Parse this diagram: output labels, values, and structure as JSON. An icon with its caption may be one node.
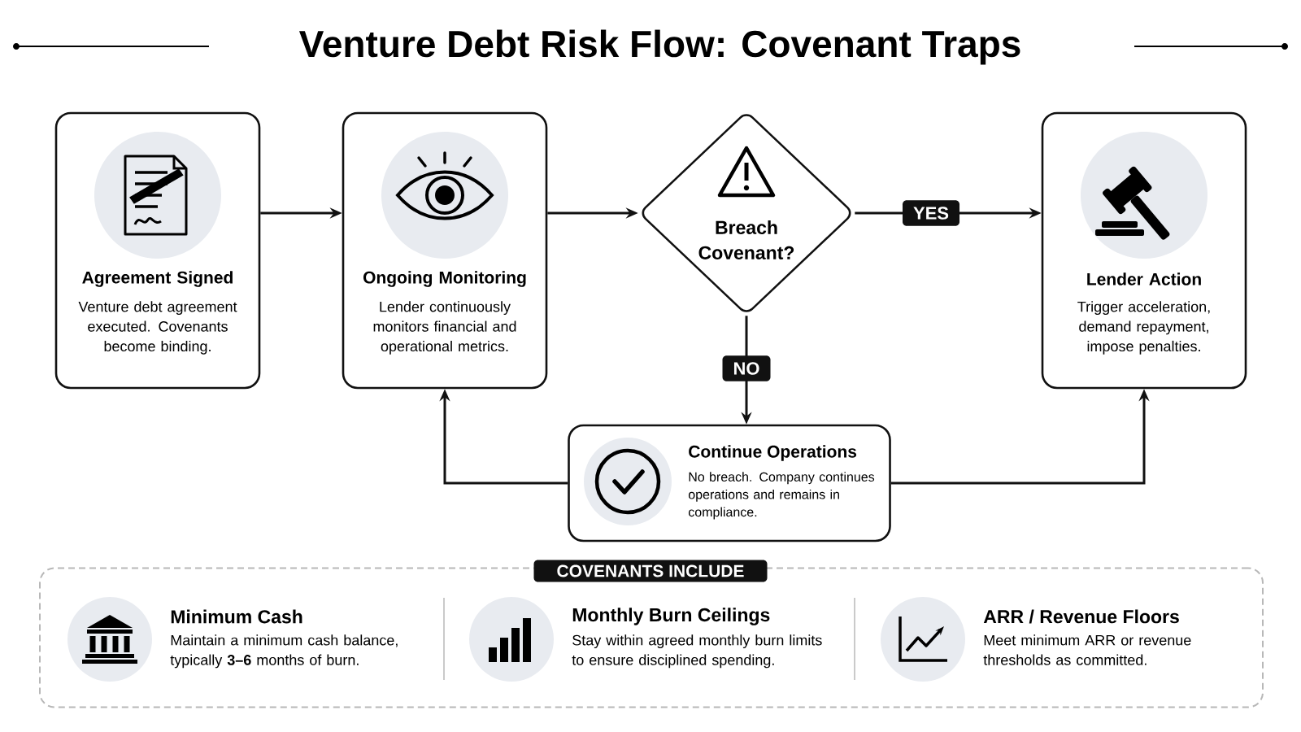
{
  "diagram": {
    "title": "Venture Debt Risk Flow: Covenant Traps",
    "nodes": [
      {
        "text": [
          "Agreement Signed",
          "Venture debt agreement executed. Covenants become binding."
        ]
      },
      {
        "text": [
          "Ongoing Monitoring",
          "Lender continuously monitors financial and operational metrics."
        ]
      },
      {
        "text": [
          "Breach Covenant?"
        ]
      },
      {
        "text": [
          "Lender Action",
          "Trigger acceleration, demand repayment, impose penalties."
        ]
      },
      {
        "text": [
          "Continue Operations",
          "No breach. Company continues operations and remains in compliance."
        ]
      },
      {
        "text": [
          "COVENANTS INCLUDE"
        ]
      }
    ],
    "edges": [
      {
        "from": 0,
        "to": 1,
        "arrow": "to"
      },
      {
        "from": 1,
        "to": 2,
        "arrow": "to"
      },
      {
        "from": 2,
        "to": 3,
        "arrow": "to",
        "label": "YES"
      },
      {
        "from": 2,
        "to": 4,
        "arrow": "to",
        "label": "NO"
      },
      {
        "from": 4,
        "to": 1,
        "arrow": "to"
      },
      {
        "from": 4,
        "to": 3,
        "arrow": "to"
      }
    ],
    "labels": [
      "Minimum Cash",
      "Maintain a minimum cash balance, typically **3–6** months of burn.",
      "Monthly Burn Ceilings",
      "Stay within agreed monthly burn limits to ensure disciplined spending.",
      "ARR / Revenue Floors",
      "Meet minimum ARR or revenue thresholds as committed."
    ]
  }
}
